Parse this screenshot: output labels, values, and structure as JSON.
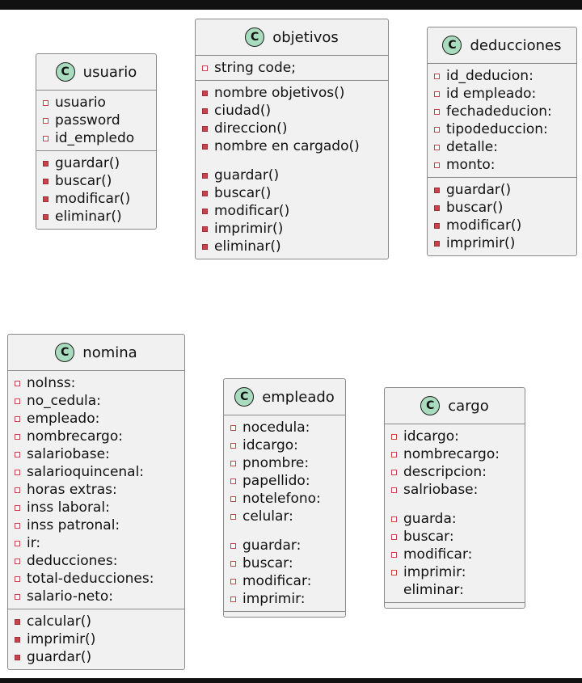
{
  "classes": [
    {
      "name": "usuario",
      "badge": "C",
      "sections": [
        [
          [
            "f",
            "usuario"
          ],
          [
            "f",
            "password"
          ],
          [
            "f",
            "id_empledo"
          ]
        ],
        [
          [
            "m",
            "guardar()"
          ],
          [
            "m",
            "buscar()"
          ],
          [
            "m",
            "modificar()"
          ],
          [
            "m",
            "eliminar()"
          ]
        ]
      ]
    },
    {
      "name": "objetivos",
      "badge": "C",
      "sections": [
        [
          [
            "f",
            "string code;"
          ]
        ],
        [
          [
            "m",
            "nombre objetivos()"
          ],
          [
            "m",
            "ciudad()"
          ],
          [
            "m",
            "direccion()"
          ],
          [
            "m",
            "nombre en cargado()"
          ],
          [
            "gap",
            ""
          ],
          [
            "m",
            "guardar()"
          ],
          [
            "m",
            "buscar()"
          ],
          [
            "m",
            "modificar()"
          ],
          [
            "m",
            "imprimir()"
          ],
          [
            "m",
            "eliminar()"
          ]
        ]
      ]
    },
    {
      "name": "deducciones",
      "badge": "C",
      "sections": [
        [
          [
            "f",
            "id_deducion:"
          ],
          [
            "f",
            "id empleado:"
          ],
          [
            "f",
            "fechadeducion:"
          ],
          [
            "f",
            "tipodeduccion:"
          ],
          [
            "f",
            "detalle:"
          ],
          [
            "f",
            "monto:"
          ]
        ],
        [
          [
            "m",
            "guardar()"
          ],
          [
            "m",
            "buscar()"
          ],
          [
            "m",
            "modificar()"
          ],
          [
            "m",
            "imprimir()"
          ]
        ]
      ]
    },
    {
      "name": "nomina",
      "badge": "C",
      "sections": [
        [
          [
            "f",
            "noInss:"
          ],
          [
            "f",
            "no_cedula:"
          ],
          [
            "f",
            "empleado:"
          ],
          [
            "f",
            "nombrecargo:"
          ],
          [
            "f",
            "salariobase:"
          ],
          [
            "f",
            "salarioquincenal:"
          ],
          [
            "f",
            "horas extras:"
          ],
          [
            "f",
            "inss laboral:"
          ],
          [
            "f",
            "inss patronal:"
          ],
          [
            "f",
            "ir:"
          ],
          [
            "f",
            "deducciones:"
          ],
          [
            "f",
            "total-deducciones:"
          ],
          [
            "f",
            "salario-neto:"
          ]
        ],
        [
          [
            "m",
            "calcular()"
          ],
          [
            "m",
            "imprimir()"
          ],
          [
            "m",
            "guardar()"
          ]
        ]
      ]
    },
    {
      "name": "empleado",
      "badge": "C",
      "sections": [
        [
          [
            "f",
            "nocedula:"
          ],
          [
            "f",
            "idcargo:"
          ],
          [
            "f",
            "pnombre:"
          ],
          [
            "f",
            "papellido:"
          ],
          [
            "f",
            "notelefono:"
          ],
          [
            "f",
            "celular:"
          ],
          [
            "gap",
            ""
          ],
          [
            "f",
            "guardar:"
          ],
          [
            "f",
            "buscar:"
          ],
          [
            "f",
            "modificar:"
          ],
          [
            "f",
            "imprimir:"
          ]
        ],
        []
      ]
    },
    {
      "name": "cargo",
      "badge": "C",
      "sections": [
        [
          [
            "f",
            "idcargo:"
          ],
          [
            "f",
            "nombrecargo:"
          ],
          [
            "f",
            "descripcion:"
          ],
          [
            "f",
            "salriobase:"
          ],
          [
            "gap",
            ""
          ],
          [
            "f",
            "guarda:"
          ],
          [
            "f",
            "buscar:"
          ],
          [
            "f",
            "modificar:"
          ],
          [
            "f",
            "imprimir:"
          ],
          [
            "none",
            "eliminar:"
          ]
        ],
        []
      ]
    }
  ]
}
